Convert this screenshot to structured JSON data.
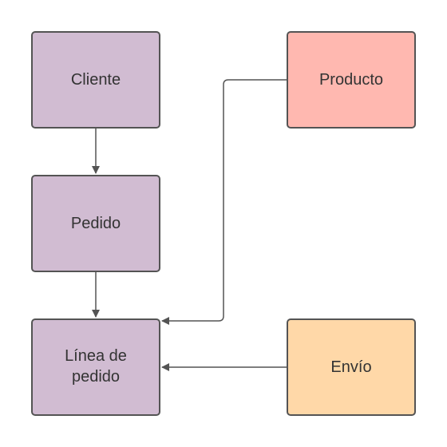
{
  "diagram": {
    "nodes": {
      "cliente": {
        "label": "Cliente",
        "fill": "#d1bcd2"
      },
      "pedido": {
        "label": "Pedido",
        "fill": "#d1bcd2"
      },
      "linea_pedido": {
        "label_line1": "Línea de",
        "label_line2": "pedido",
        "fill": "#d1bcd2"
      },
      "producto": {
        "label": "Producto",
        "fill": "#ffb8b0"
      },
      "envio": {
        "label": "Envío",
        "fill": "#ffd8a8"
      }
    },
    "edges": [
      {
        "from": "cliente",
        "to": "pedido"
      },
      {
        "from": "pedido",
        "to": "linea_pedido"
      },
      {
        "from": "producto",
        "to": "linea_pedido"
      },
      {
        "from": "envio",
        "to": "linea_pedido"
      }
    ],
    "colors": {
      "stroke": "#545454",
      "text": "#333333"
    }
  }
}
